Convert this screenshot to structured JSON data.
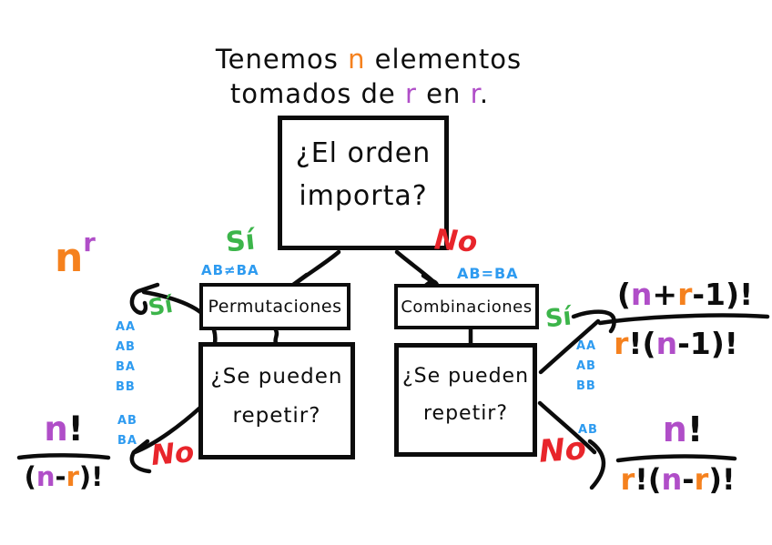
{
  "colors": {
    "ink": "#0d0d0d",
    "orange": "#F5811E",
    "purple": "#B04EC8",
    "green": "#3CB54A",
    "red": "#E8252B",
    "blue": "#2E9BF0"
  },
  "title": {
    "line1": [
      {
        "t": "Tenemos ",
        "c": "ink"
      },
      {
        "t": "n",
        "c": "orange"
      },
      {
        "t": " elementos",
        "c": "ink"
      }
    ],
    "line2": [
      {
        "t": "tomados de ",
        "c": "ink"
      },
      {
        "t": "r",
        "c": "purple"
      },
      {
        "t": " en ",
        "c": "ink"
      },
      {
        "t": "r",
        "c": "purple"
      },
      {
        "t": ".",
        "c": "ink"
      }
    ]
  },
  "root": {
    "question": "¿El orden importa?"
  },
  "branches": {
    "order_yes": {
      "label": "Sí",
      "note": "AB≠BA"
    },
    "order_no": {
      "label": "No",
      "note": "AB=BA"
    }
  },
  "nodes": {
    "permutations": {
      "title": "Permutaciones",
      "question": "¿Se pueden repetir?"
    },
    "combinations": {
      "title": "Combinaciones",
      "question": "¿Se pueden repetir?"
    }
  },
  "leaves": {
    "perm_si": {
      "label": "Sí",
      "examples": [
        "AA",
        "AB",
        "BA",
        "BB"
      ],
      "formula": [
        {
          "t": "n",
          "c": "orange"
        },
        {
          "t": "r",
          "c": "purple",
          "sup": true
        }
      ]
    },
    "perm_no": {
      "label": "No",
      "examples": [
        "AB",
        "BA"
      ],
      "formula_num": [
        {
          "t": "n",
          "c": "purple"
        },
        {
          "t": "!",
          "c": "ink"
        }
      ],
      "formula_den": [
        {
          "t": "(",
          "c": "ink"
        },
        {
          "t": "n",
          "c": "purple"
        },
        {
          "t": "-",
          "c": "ink"
        },
        {
          "t": "r",
          "c": "orange"
        },
        {
          "t": ")!",
          "c": "ink"
        }
      ]
    },
    "comb_si": {
      "label": "Sí",
      "examples": [
        "AA",
        "AB",
        "BB"
      ],
      "formula_num": [
        {
          "t": "(",
          "c": "ink"
        },
        {
          "t": "n",
          "c": "purple"
        },
        {
          "t": "+",
          "c": "ink"
        },
        {
          "t": "r",
          "c": "orange"
        },
        {
          "t": "-1)!",
          "c": "ink"
        }
      ],
      "formula_den": [
        {
          "t": "r",
          "c": "orange"
        },
        {
          "t": "!(",
          "c": "ink"
        },
        {
          "t": "n",
          "c": "purple"
        },
        {
          "t": "-1)!",
          "c": "ink"
        }
      ]
    },
    "comb_no": {
      "label": "No",
      "examples": [
        "AB"
      ],
      "formula_num": [
        {
          "t": "n",
          "c": "purple"
        },
        {
          "t": "!",
          "c": "ink"
        }
      ],
      "formula_den": [
        {
          "t": "r",
          "c": "orange"
        },
        {
          "t": "!(",
          "c": "ink"
        },
        {
          "t": "n",
          "c": "purple"
        },
        {
          "t": "-",
          "c": "ink"
        },
        {
          "t": "r",
          "c": "orange"
        },
        {
          "t": ")!",
          "c": "ink"
        }
      ]
    }
  }
}
